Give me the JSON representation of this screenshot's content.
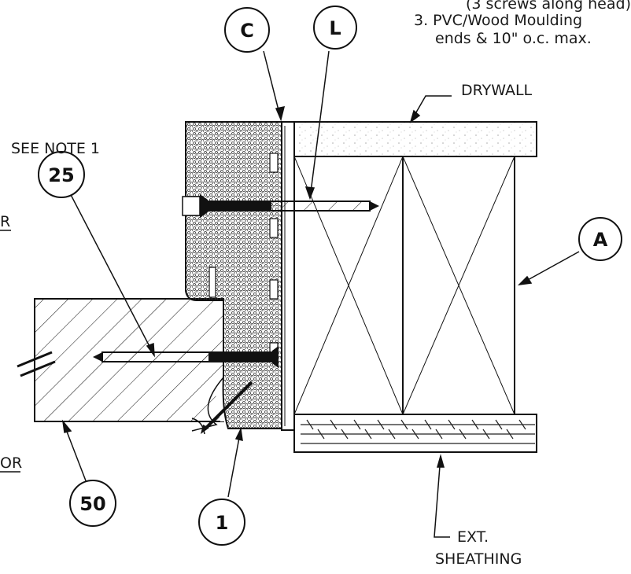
{
  "notes": {
    "line_2_cont": "(3 screws along head)",
    "line_3": "3. PVC/Wood Moulding",
    "line_3_cont": "ends & 10\" o.c. max."
  },
  "labels": {
    "drywall": "DRYWALL",
    "see_note": "SEE NOTE 1",
    "ext_line1": "EXT.",
    "ext_line2": "SHEATHING",
    "left_edge_top": "R",
    "left_edge_bottom": "OR"
  },
  "callouts": {
    "c": "C",
    "l": "L",
    "a": "A",
    "n25": "25",
    "n50": "50",
    "n1": "1"
  }
}
